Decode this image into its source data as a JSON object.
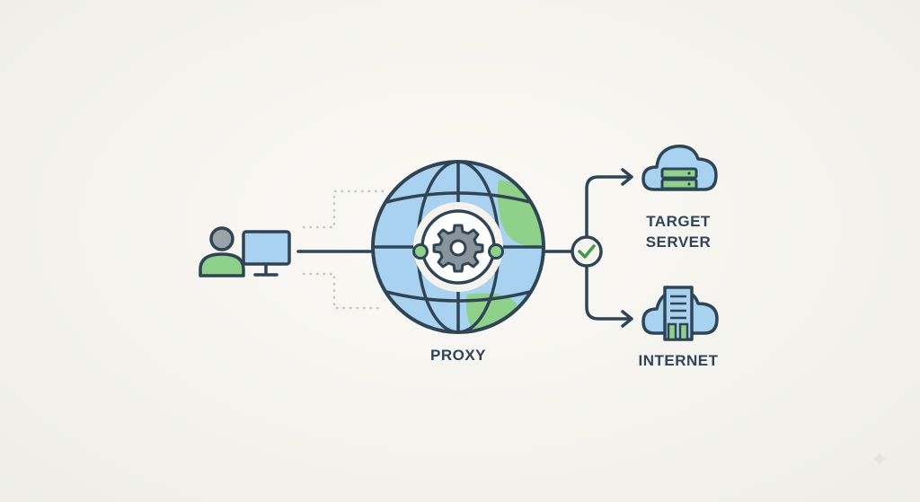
{
  "nodes": {
    "proxy": {
      "label": "PROXY"
    },
    "target_server": {
      "label_line1": "TARGET",
      "label_line2": "SERVER"
    },
    "internet": {
      "label": "INTERNET"
    }
  },
  "icons": {
    "user": "user-icon",
    "computer": "monitor-icon",
    "proxy": "globe-icon",
    "gear": "gear-icon",
    "check": "check-icon",
    "server": "cloud-server-icon",
    "internet": "cloud-building-icon"
  },
  "colors": {
    "outline": "#2f4556",
    "blue_fill": "#a9d2f0",
    "green_fill": "#8fd18a",
    "grey": "#9aa3aa",
    "dots": "#c2c6c9"
  }
}
